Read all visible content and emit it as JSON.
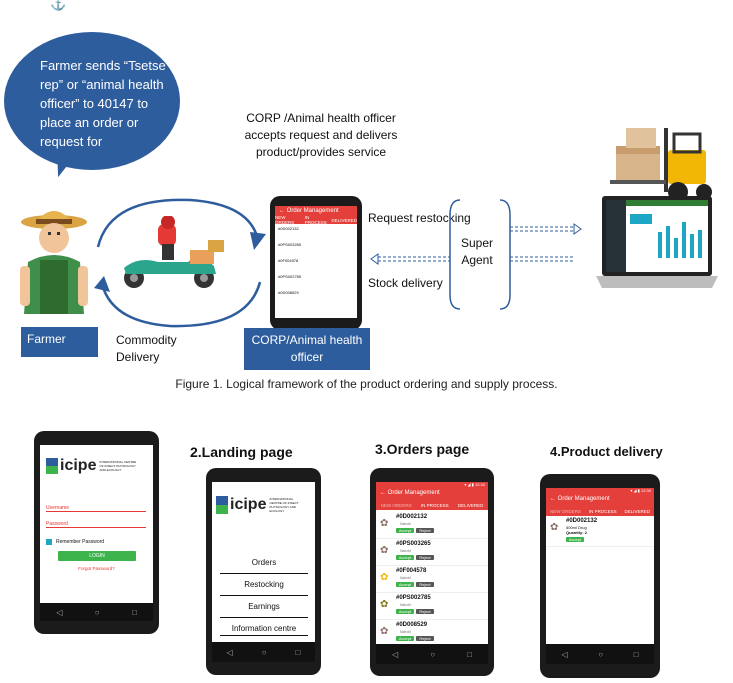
{
  "bubble": {
    "text": "Farmer sends “Tsetse rep” or “animal health officer” to 40147 to place an order or request for"
  },
  "labels": {
    "corp_action": "CORP /Animal health officer accepts request and delivers product/provides service",
    "request_restocking": "Request restocking",
    "super_agent": "Super Agent",
    "stock_delivery": "Stock delivery",
    "commodity_delivery": "Commodity Delivery",
    "farmer": "Farmer",
    "corp_box": "CORP/Animal health officer"
  },
  "caption": "Figure 1. Logical framework of the product ordering and supply process.",
  "steps": {
    "landing": "2.Landing page",
    "orders": "3.Orders page",
    "delivery": "4.Product delivery"
  },
  "login": {
    "username": "Username",
    "password": "Password",
    "remember": "Remember Password",
    "login_btn": "LOGIN",
    "forgot": "Forgot Password?"
  },
  "logo": {
    "brand": "icipe",
    "sub": "INTERNATIONAL CENTRE OF INSECT PHYSIOLOGY AND ECOLOGY"
  },
  "landing_menu": [
    "Orders",
    "Restocking",
    "Earnings",
    "Information centre"
  ],
  "app": {
    "title": "Order Management",
    "tabs": [
      "NEW ORDERS",
      "IN PROCESS",
      "DELIVERED"
    ],
    "accept": "Accept",
    "reject": "Reject",
    "location": "Nairobi"
  },
  "orders": [
    "#0D002132",
    "#0PS003265",
    "#0F004578",
    "#0PS002785",
    "#0D008529"
  ],
  "delivery": {
    "order_id": "#0D002132",
    "product": "500ml Drug",
    "quantity": "Quantity: 2"
  },
  "colors": {
    "blue_box": "#2e5d9e",
    "app_red": "#e43f3a",
    "green": "#3cb44b"
  }
}
